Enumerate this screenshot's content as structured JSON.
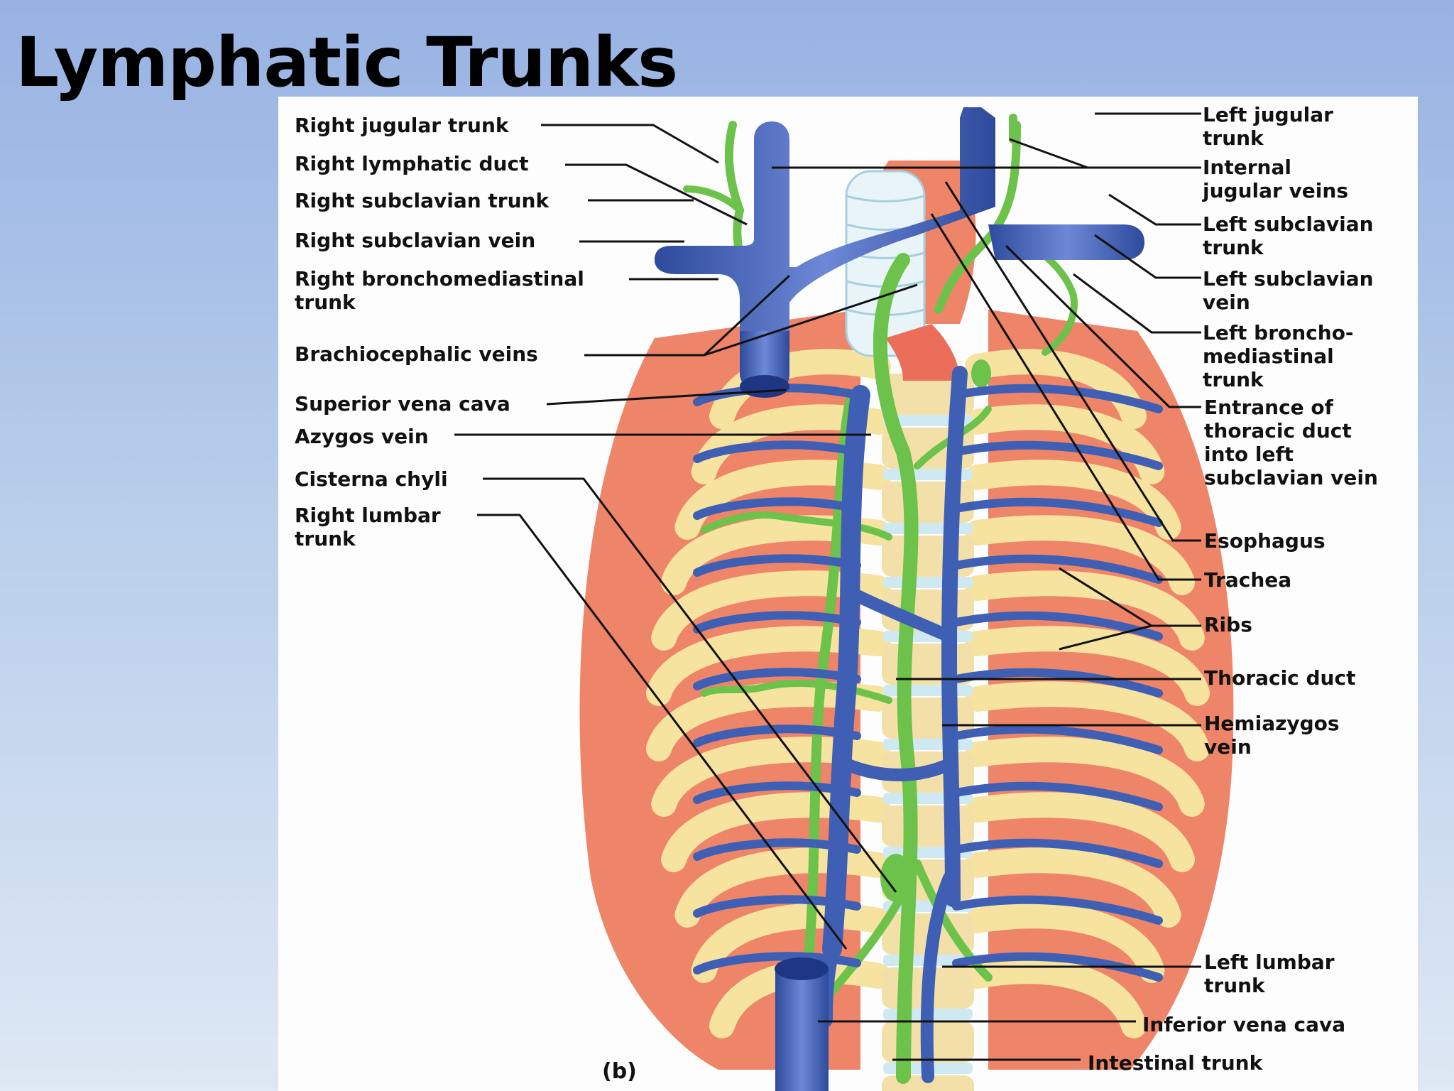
{
  "slide": {
    "title": "Lymphatic Trunks"
  },
  "figure": {
    "panel_letter": "(b)",
    "labels_left": [
      "Right jugular trunk",
      "Right lymphatic duct",
      "Right subclavian trunk",
      "Right subclavian vein",
      "Right bronchomediastinal\ntrunk",
      "Brachiocephalic veins",
      "Superior vena cava",
      "Azygos vein",
      "Cisterna chyli",
      "Right lumbar\ntrunk"
    ],
    "labels_right": [
      "Left jugular\ntrunk",
      "Internal\njugular veins",
      "Left subclavian\ntrunk",
      "Left subclavian\nvein",
      "Left broncho-\nmediastinal\ntrunk",
      "Entrance of\nthoracic duct\ninto left\nsubclavian vein",
      "Esophagus",
      "Trachea",
      "Ribs",
      "Thoracic duct",
      "Hemiazygos\nvein"
    ],
    "labels_bottom": [
      "Left lumbar\ntrunk",
      "Inferior vena cava",
      "Intestinal trunk"
    ],
    "colors": {
      "vein": "#3f5fb4",
      "lymphatic": "#6cc24a",
      "muscle": "#ea7a60",
      "rib": "#f6e3a0",
      "cartilage": "#cfe9f3"
    }
  }
}
